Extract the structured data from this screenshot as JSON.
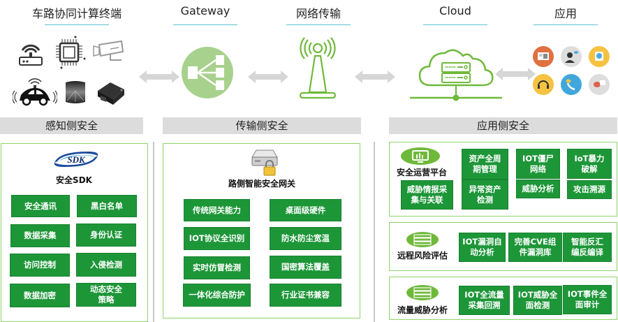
{
  "top": {
    "columns": [
      {
        "title": "车路协同计算终端",
        "icon": "terminal-devices-icons"
      },
      {
        "title": "Gateway",
        "icon": "gateway-distribution-icon"
      },
      {
        "title": "网络传输",
        "icon": "radio-tower-icon"
      },
      {
        "title": "Cloud",
        "icon": "cloud-server-icon"
      },
      {
        "title": "应用",
        "icon": "application-icons"
      }
    ],
    "devices": [
      "router-icon",
      "chip-icon",
      "camera-icon",
      "autonomous-car-icon",
      "lidar-icon",
      "control-box-icon"
    ],
    "apps": [
      "video-conference-icon",
      "customer-service-icon",
      "webcam-icon",
      "headset-icon",
      "phone-call-icon",
      "chat-icon"
    ]
  },
  "sections": {
    "perception": {
      "header": "感知侧安全",
      "logo_text": "SDK",
      "title": "安全SDK",
      "buttons": [
        "安全通讯",
        "黑白名单",
        "数据采集",
        "身份认证",
        "访问控制",
        "入侵检测",
        "数据加密",
        "动态安全\n策略"
      ]
    },
    "transport": {
      "header": "传输侧安全",
      "title": "路侧智能安全网关",
      "buttons": [
        "传统网关能力",
        "桌面级硬件",
        "IOT协议全识别",
        "防水防尘宽温",
        "实时仿冒检测",
        "国密算法覆盖",
        "一体化综合防护",
        "行业证书兼容"
      ]
    },
    "application": {
      "header": "应用侧安全",
      "ops": {
        "title": "安全运营平台",
        "buttons": [
          "威胁情报采\n集与关联",
          "资产全周\n期管理",
          "异常资产\n检测",
          "IOT僵尸\n网络",
          "威胁分析",
          "IoT暴力\n破解",
          "攻击溯源"
        ]
      },
      "risk": {
        "title": "远程风险评估",
        "buttons": [
          "IOT漏洞自\n动分析",
          "完善CVE组\n件漏洞库",
          "智能反汇\n编反编译"
        ]
      },
      "traffic": {
        "title": "流量威胁分析",
        "buttons": [
          "IOT全流量\n采集回溯",
          "IOT威胁全\n面检测",
          "IOT事件全\n面审计"
        ]
      }
    }
  },
  "colors": {
    "button_green": "#1d9638",
    "panel_border": "#8fd36a",
    "icon_green": "#6fb93a",
    "underline": "#5ec3d0",
    "header_gray": "#dcdcdc"
  }
}
